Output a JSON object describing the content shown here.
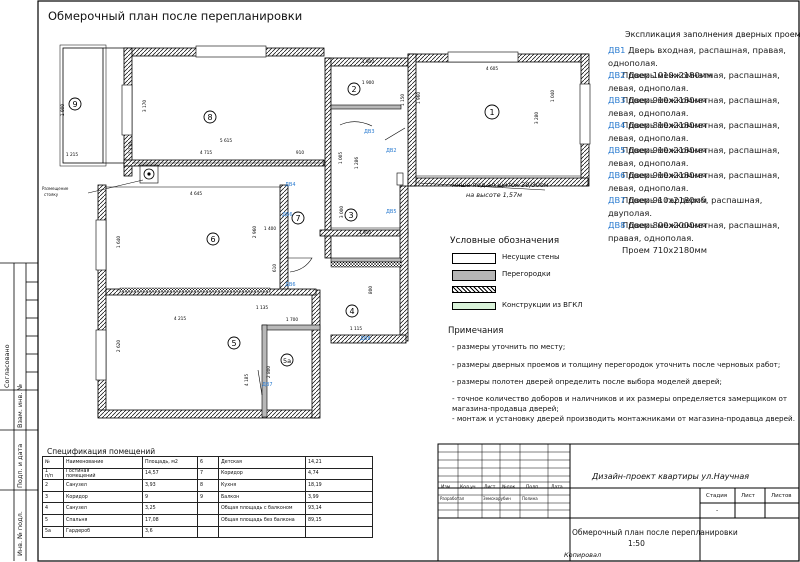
{
  "title": "Обмерочный план после перепланировки",
  "doors_title": "Экспликация заполнения дверных проемов",
  "doors": [
    {
      "code": "ДВ1",
      "line1": "Дверь входная, распашная, правая, однополая.",
      "line2": "Проем 1010х2180мм"
    },
    {
      "code": "ДВ2",
      "line1": "Дверь межкомнатная, распашная, левая, однополая.",
      "line2": "Проем 910х2180мм"
    },
    {
      "code": "ДВ3",
      "line1": "Дверь межкомнатная, распашная, левая, однополая.",
      "line2": "Проем 810х2180мм"
    },
    {
      "code": "ДВ4",
      "line1": "Дверь межкомнатная, распашная, левая, однополая.",
      "line2": "Проем 910х2180мм"
    },
    {
      "code": "ДВ5",
      "line1": "Дверь межкомнатная, распашная, левая, однополая.",
      "line2": "Проем 910х2180мм"
    },
    {
      "code": "ДВ6",
      "line1": "Дверь межкомнатная, распашная, левая, однополая.",
      "line2": "Проем 910х2180мм"
    },
    {
      "code": "ДВ7",
      "line1": "Дверь в гардероб, распашная, двуполая.",
      "line2": "Проем 800х2000мм"
    },
    {
      "code": "ДВ8",
      "line1": "Дверь межкомнатная, распашная, правая, однополая.",
      "line2": "Проем 710х2180мм"
    }
  ],
  "legend": {
    "title": "Условные обозначения",
    "items": [
      "Несущие стены",
      "Перегородки",
      "Конструкции из ВГКЛ"
    ],
    "colors": {
      "bearing": "#ffffff",
      "partition": "#b5b5b5",
      "gkl": "#d9f2d9"
    }
  },
  "notes": {
    "title": "Примечания",
    "items": [
      "- размеры уточнить по месту;",
      "- размеры дверных проемов и толщину перегородок уточнить после черновых работ;",
      "- размеры полотен дверей определить после выбора моделей дверей;",
      "- точное количество доборов и наличников и их размеры определяется замерщиком от",
      "магазина-продавца дверей;",
      "- монтаж и установку дверей производить монтажниками от магазина-продавца дверей."
    ]
  },
  "niche": {
    "line1": "ниша под эл.щиток 30/30см",
    "line2": "на высоте 1,57м"
  },
  "riser_note": {
    "line1": "Размещение",
    "line2": "стояку"
  },
  "rooms": [
    "1",
    "2",
    "3",
    "4",
    "5",
    "5а",
    "6",
    "7",
    "8",
    "9"
  ],
  "dims": {
    "d1": "4 605",
    "d2": "1 910",
    "d3": "5 615",
    "d4": "4 715",
    "d5": "910",
    "d6": "4 645",
    "d7": "4 215",
    "d8": "1 910",
    "d9": "1 700",
    "d10": "1 215",
    "d11": "1 900",
    "d12": "3 170",
    "d13": "1 130",
    "d14": "2 960",
    "d15": "1 640",
    "d16": "3 280",
    "d17": "2 620",
    "d18": "1 115",
    "d19": "800",
    "d20": "1 005",
    "d21": "1 150",
    "d22": "3 000",
    "d23": "1 135",
    "d24": "2 800",
    "d25": "1 400",
    "d26": "1 040",
    "d27": "1 960",
    "d28": "1 286",
    "d29": "610",
    "d30": "4 185"
  },
  "spec": {
    "title": "Спецификация помещений",
    "head": [
      "№",
      "Наименование",
      "Площадь, м2"
    ],
    "rows_left": [
      [
        "1",
        "Гостиная",
        "14,57"
      ],
      [
        "2",
        "Санузел",
        "3,93"
      ],
      [
        "3",
        "Коридор",
        "9"
      ],
      [
        "4",
        "Санузел",
        "3,25"
      ],
      [
        "5",
        "Спальня",
        "17,08"
      ],
      [
        "5а",
        "Гардероб",
        "3,6"
      ]
    ],
    "left_subnote": [
      "п/п",
      "помещений"
    ],
    "rows_right": [
      [
        "6",
        "Детская",
        "14,21"
      ],
      [
        "7",
        "Коридор",
        "4,74"
      ],
      [
        "8",
        "Кухня",
        "18,19"
      ],
      [
        "9",
        "Балкон",
        "3,99"
      ],
      [
        "",
        "Общая площадь с балконом",
        "93,14"
      ],
      [
        "",
        "Общая площадь без балкона",
        "89,15"
      ]
    ]
  },
  "stamp": {
    "project": "Дизайн-проект квартиры ул.Научная",
    "cols": [
      "Изм.",
      "Кол.уч.",
      "Лист",
      "№док.",
      "Подп.",
      "Дата"
    ],
    "row1": [
      "Разработал",
      "",
      "Земскорубин",
      "",
      "Полина"
    ],
    "sheet_cols": [
      "Стадия",
      "Лист",
      "Листов"
    ],
    "stage": "-",
    "sheet_title": "Обмерочный план после перепланировки",
    "scale": "1:50",
    "footer": "Копировал"
  },
  "side": [
    "Согласовано",
    "Взам. инв. №",
    "Подп. и дата",
    "Инв. № подл."
  ]
}
